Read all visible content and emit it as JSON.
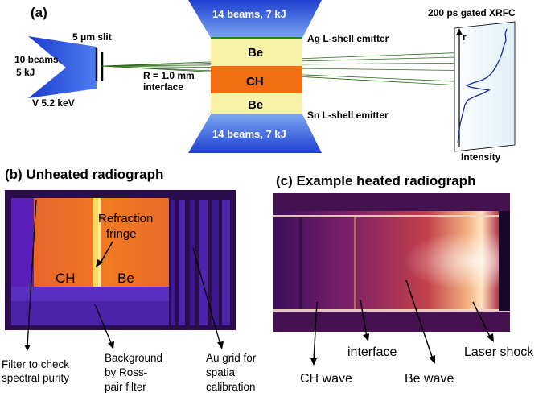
{
  "panel_a": {
    "label": "(a)",
    "left_beams": "10 beams,",
    "left_energy": "5 kJ",
    "slit": "5 μm slit",
    "backlighter": "V 5.2 keV",
    "interface_r": "R = 1.0 mm",
    "interface": "interface",
    "top_beams": "14 beams, 7 kJ",
    "bottom_beams": "14 beams, 7 kJ",
    "layer_be_top": "Be",
    "layer_ch": "CH",
    "layer_be_bottom": "Be",
    "ag_emitter": "Ag L-shell emitter",
    "sn_emitter": "Sn L-shell emitter",
    "xrfc_title": "200 ps gated XRFC",
    "axis_r": "r",
    "axis_intensity": "Intensity"
  },
  "panel_b": {
    "title": "(b) Unheated radiograph",
    "refraction_1": "Refraction",
    "refraction_2": "fringe",
    "ch": "CH",
    "be": "Be",
    "filter_1": "Filter to check",
    "filter_2": "spectral purity",
    "bg_1": "Background",
    "bg_2": "by Ross-",
    "bg_3": "pair filter",
    "au_1": "Au grid for",
    "au_2": "spatial",
    "au_3": "calibration"
  },
  "panel_c": {
    "title": "(c) Example heated radiograph",
    "interface": "interface",
    "ch_wave": "CH wave",
    "be_wave": "Be wave",
    "laser_shock": "Laser shock"
  },
  "colors": {
    "beam_blue": "#1f4fd6",
    "be_yellow": "#f7f3a6",
    "ch_orange": "#f26c10",
    "ag_line": "#1a8a1a"
  }
}
